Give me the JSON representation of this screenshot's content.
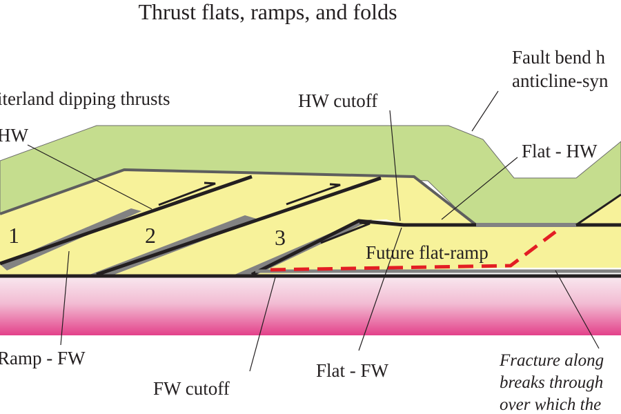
{
  "title": "Thrust flats, ramps, and folds",
  "labels": {
    "fault_bend": "Fault bend h",
    "anticline_syn": "anticline-syn",
    "hinterland": "iterland dipping thrusts",
    "hw_top_left": "HW",
    "hw_cutoff": "HW cutoff",
    "flat_hw": "Flat - HW",
    "thrust_1": "1",
    "thrust_2": "2",
    "thrust_3": "3",
    "future_flat_ramp": "Future flat-ramp",
    "ramp_fw": "Ramp - FW",
    "flat_fw": "Flat - FW",
    "fw_cutoff": "FW cutoff",
    "fracture_1": "Fracture along",
    "fracture_2": "breaks through",
    "fracture_3": "over which the"
  },
  "colors": {
    "upper_layer": "#c5dd8e",
    "thrust_sheet": "#f7f29a",
    "basement_top": "#f6dbe6",
    "basement_bottom": "#e3418a",
    "fault_gray": "#828282",
    "fault_black": "#231f20",
    "future_fault": "#e31e24"
  }
}
